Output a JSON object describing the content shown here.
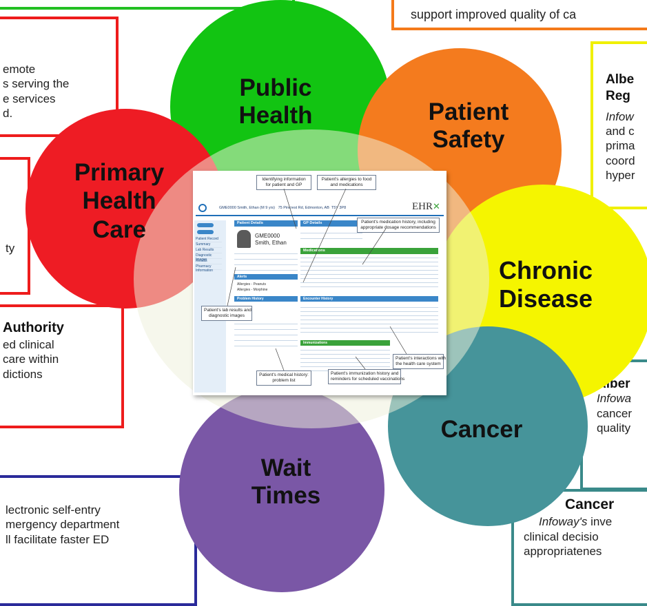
{
  "boxes": {
    "top_left_box": {
      "color": "#22c022"
    },
    "top_right_box": {
      "color": "#f47a1a",
      "text": "support improved quality of ca"
    },
    "remote_box": {
      "color": "#ee1c1c",
      "lines": "emote\ns serving the\ne services\nd."
    },
    "authority_box": {
      "color": "#ee1c1c",
      "title": "Authority",
      "lines": "ed clinical\ncare within\ndictions"
    },
    "small_red_box": {
      "color": "#ee1c1c",
      "text": "ty"
    },
    "wait_box": {
      "color": "#2a2a9a",
      "lines": "lectronic self-entry\nmergency department\nll facilitate faster ED"
    },
    "alberta_top_box": {
      "color": "#f0f000",
      "title": "Albe\nReg",
      "italic": "Infow",
      "lines": "and c\nprima\ncoord\nhyper"
    },
    "alberta_cancer_box": {
      "color": "#3a8a8a",
      "title": "Alber",
      "italic": "Infowa",
      "lines": "cancer\nquality"
    },
    "cancer_box": {
      "color": "#3a8a8a",
      "title": "Cancer",
      "italic": "Infoway's",
      "italic_rest": " inve",
      "lines": "clinical decisio\nappropriatenes"
    }
  },
  "circles": {
    "public_health": {
      "label": "Public\nHealth",
      "color": "#12c412"
    },
    "patient_safety": {
      "label": "Patient\nSafety",
      "color": "#f47b1e"
    },
    "primary_health_care": {
      "label": "Primary\nHealth\nCare",
      "color": "#ee1c24"
    },
    "chronic_disease": {
      "label": "Chronic\nDisease",
      "color": "#f5f500"
    },
    "cancer": {
      "label": "Cancer",
      "color": "#46949a"
    },
    "wait_times": {
      "label": "Wait\nTimes",
      "color": "#7a57a6"
    },
    "center": {
      "color": "#eef0da"
    }
  },
  "ehr": {
    "brand": "EHR",
    "header_line": "GME0000 Smith, Ethan (M 9 yrs)   75 Pincrest Rd, Edmonton, AB  T5Y 3P8",
    "patient_id": "GME0000",
    "patient_name": "Smith, Ethan",
    "callouts": {
      "identifying": "Identifying information\nfor patient and GP",
      "allergies": "Patient's allergies to food\nand medications",
      "medication": "Patient's medication history, including\nappropriate dosage recommendations",
      "lab": "Patient's lab results and\ndiagnostic images",
      "interactions": "Patient's interactions with\nthe health care system",
      "medical_history": "Patient's medical history:\nproblem list",
      "immunization": "Patient's immunization history and\nreminders for scheduled vaccinations"
    },
    "sections": {
      "patient_details": "Patient Details",
      "gp_details": "GP Details",
      "medications": "Medications",
      "alerts": "Alerts",
      "problem_history": "Problem History",
      "encounter_history": "Encounter History",
      "immunizations": "Immunizations"
    },
    "alerts": [
      "Allergies - Peanuts",
      "Allergies - Morphine"
    ],
    "sidebar": [
      "Patient Record",
      "Summary",
      "Lab Results",
      "Diagnostic Images",
      "Results",
      "Pharmacy Information"
    ]
  }
}
